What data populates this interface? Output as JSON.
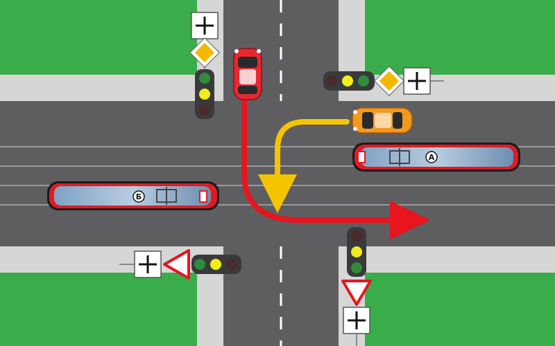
{
  "trams": [
    {
      "label": "А"
    },
    {
      "label": "Б"
    }
  ],
  "lights": {
    "north": {
      "active": "yellow"
    },
    "east": {
      "active": "yellow"
    },
    "south": {
      "active": "yellow"
    },
    "west": {
      "active": "yellow"
    }
  },
  "signs": {
    "north": [
      "priority-road-sign",
      "road-layout-sign"
    ],
    "east": [
      "priority-road-sign",
      "road-layout-sign"
    ],
    "south": [
      "yield-sign",
      "road-layout-sign"
    ],
    "west": [
      "yield-sign",
      "road-layout-sign"
    ]
  },
  "vehicles": {
    "red_car": {
      "color": "#e8282e",
      "maneuver": "left-turn"
    },
    "orange_car": {
      "color": "#f39a1e",
      "maneuver": "left-turn"
    }
  },
  "colors": {
    "grass": "#3aad4a",
    "road": "#5e5e60",
    "sidewalk": "#d6d6d6",
    "red_path": "#e8141e",
    "yellow_path": "#f5c400",
    "signal_on": "#f0ee1a",
    "signal_off": "#2e8c3a"
  }
}
